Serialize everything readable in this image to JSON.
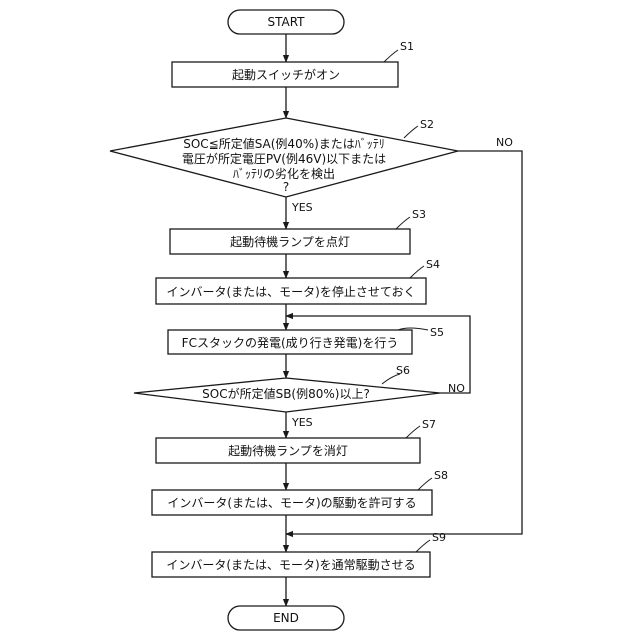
{
  "flow": {
    "start": "START",
    "end": "END",
    "s1": {
      "id": "S1",
      "text": "起動スイッチがオン"
    },
    "s2": {
      "id": "S2",
      "line1": "SOC≦所定値SA(例40%)またはﾊﾞｯﾃﾘ",
      "line2": "電圧が所定電圧PV(例46V)以下または",
      "line3": "ﾊﾞｯﾃﾘの劣化を検出",
      "line4": "?",
      "yes": "YES",
      "no": "NO"
    },
    "s3": {
      "id": "S3",
      "text": "起動待機ランプを点灯"
    },
    "s4": {
      "id": "S4",
      "text": "インバータ(または、モータ)を停止させておく"
    },
    "s5": {
      "id": "S5",
      "text": "FCスタックの発電(成り行き発電)を行う"
    },
    "s6": {
      "id": "S6",
      "text": "SOCが所定値SB(例80%)以上?",
      "yes": "YES",
      "no": "NO"
    },
    "s7": {
      "id": "S7",
      "text": "起動待機ランプを消灯"
    },
    "s8": {
      "id": "S8",
      "text": "インバータ(または、モータ)の駆動を許可する"
    },
    "s9": {
      "id": "S9",
      "text": "インバータ(または、モータ)を通常駆動させる"
    }
  }
}
